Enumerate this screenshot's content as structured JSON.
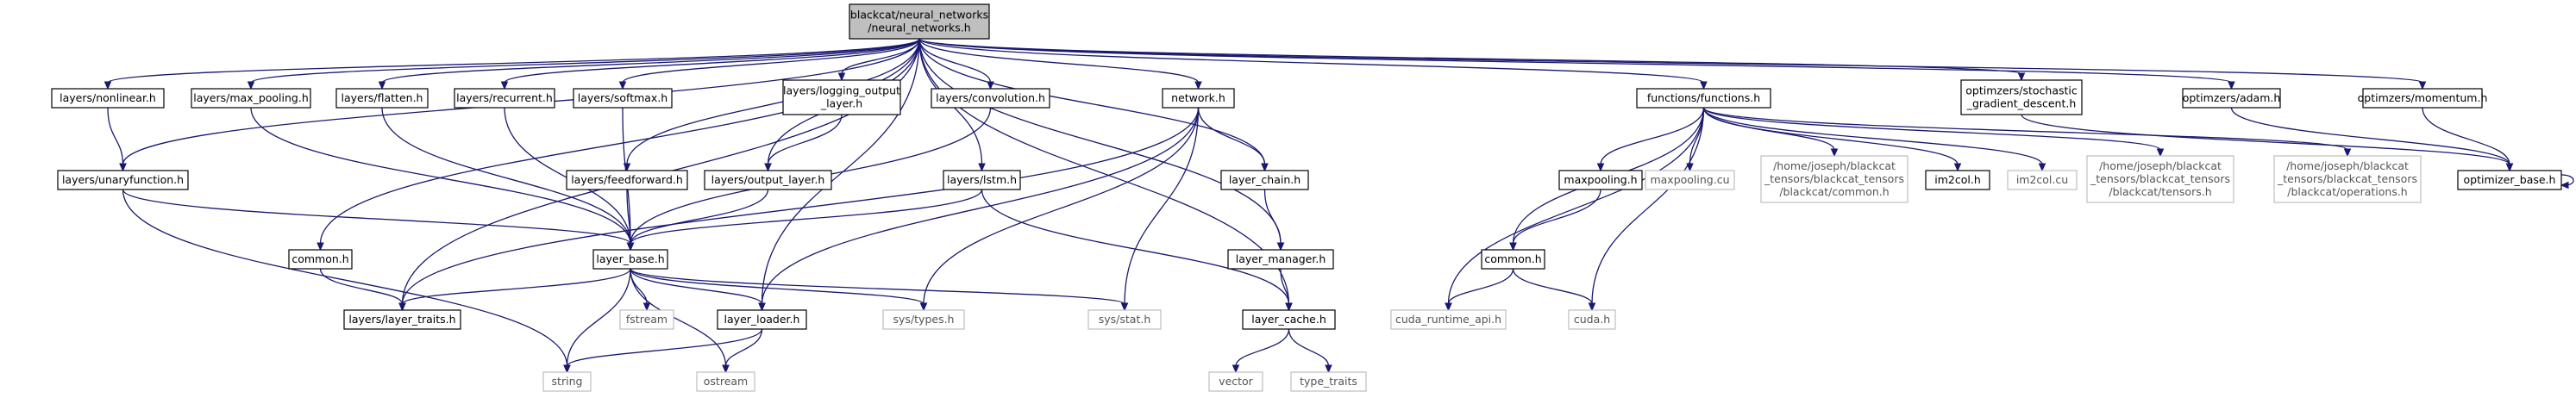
{
  "graph": {
    "root": {
      "id": "root",
      "lines": [
        "blackcat/neural_networks",
        "/neural_networks.h"
      ]
    },
    "nodes": [
      {
        "id": "root",
        "lines": [
          "blackcat/neural_networks",
          "/neural_networks.h"
        ],
        "style": "root"
      },
      {
        "id": "nonlinear",
        "lines": [
          "layers/nonlinear.h"
        ],
        "style": "black"
      },
      {
        "id": "max_pooling",
        "lines": [
          "layers/max_pooling.h"
        ],
        "style": "black"
      },
      {
        "id": "flatten",
        "lines": [
          "layers/flatten.h"
        ],
        "style": "black"
      },
      {
        "id": "recurrent",
        "lines": [
          "layers/recurrent.h"
        ],
        "style": "black"
      },
      {
        "id": "softmax",
        "lines": [
          "layers/softmax.h"
        ],
        "style": "black"
      },
      {
        "id": "logging_output",
        "lines": [
          "layers/logging_output",
          "_layer.h"
        ],
        "style": "black"
      },
      {
        "id": "convolution",
        "lines": [
          "layers/convolution.h"
        ],
        "style": "black"
      },
      {
        "id": "network",
        "lines": [
          "network.h"
        ],
        "style": "black"
      },
      {
        "id": "functions",
        "lines": [
          "functions/functions.h"
        ],
        "style": "black"
      },
      {
        "id": "sgd",
        "lines": [
          "optimzers/stochastic",
          "_gradient_descent.h"
        ],
        "style": "black"
      },
      {
        "id": "adam",
        "lines": [
          "optimzers/adam.h"
        ],
        "style": "black"
      },
      {
        "id": "momentum",
        "lines": [
          "optimzers/momentum.h"
        ],
        "style": "black"
      },
      {
        "id": "unaryfunction",
        "lines": [
          "layers/unaryfunction.h"
        ],
        "style": "black"
      },
      {
        "id": "feedforward",
        "lines": [
          "layers/feedforward.h"
        ],
        "style": "black"
      },
      {
        "id": "output_layer",
        "lines": [
          "layers/output_layer.h"
        ],
        "style": "black"
      },
      {
        "id": "lstm",
        "lines": [
          "layers/lstm.h"
        ],
        "style": "black"
      },
      {
        "id": "layer_chain",
        "lines": [
          "layer_chain.h"
        ],
        "style": "black"
      },
      {
        "id": "maxpooling_h",
        "lines": [
          "maxpooling.h"
        ],
        "style": "black"
      },
      {
        "id": "maxpooling_cu",
        "lines": [
          "maxpooling.cu"
        ],
        "style": "gray"
      },
      {
        "id": "bc_common",
        "lines": [
          "/home/joseph/blackcat",
          "_tensors/blackcat_tensors",
          "/blackcat/common.h"
        ],
        "style": "gray"
      },
      {
        "id": "im2col_h",
        "lines": [
          "im2col.h"
        ],
        "style": "black"
      },
      {
        "id": "im2col_cu",
        "lines": [
          "im2col.cu"
        ],
        "style": "gray"
      },
      {
        "id": "bc_tensors",
        "lines": [
          "/home/joseph/blackcat",
          "_tensors/blackcat_tensors",
          "/blackcat/tensors.h"
        ],
        "style": "gray"
      },
      {
        "id": "bc_operations",
        "lines": [
          "/home/joseph/blackcat",
          "_tensors/blackcat_tensors",
          "/blackcat/operations.h"
        ],
        "style": "gray"
      },
      {
        "id": "optimizer_base",
        "lines": [
          "optimizer_base.h"
        ],
        "style": "black"
      },
      {
        "id": "common_layers",
        "lines": [
          "common.h"
        ],
        "style": "black"
      },
      {
        "id": "layer_base",
        "lines": [
          "layer_base.h"
        ],
        "style": "black"
      },
      {
        "id": "layer_manager",
        "lines": [
          "layer_manager.h"
        ],
        "style": "black"
      },
      {
        "id": "common_fn",
        "lines": [
          "common.h"
        ],
        "style": "black"
      },
      {
        "id": "layer_traits",
        "lines": [
          "layers/layer_traits.h"
        ],
        "style": "black"
      },
      {
        "id": "fstream",
        "lines": [
          "fstream"
        ],
        "style": "gray"
      },
      {
        "id": "layer_loader",
        "lines": [
          "layer_loader.h"
        ],
        "style": "black"
      },
      {
        "id": "sys_types",
        "lines": [
          "sys/types.h"
        ],
        "style": "gray"
      },
      {
        "id": "sys_stat",
        "lines": [
          "sys/stat.h"
        ],
        "style": "gray"
      },
      {
        "id": "layer_cache",
        "lines": [
          "layer_cache.h"
        ],
        "style": "black"
      },
      {
        "id": "cuda_runtime",
        "lines": [
          "cuda_runtime_api.h"
        ],
        "style": "gray"
      },
      {
        "id": "cuda_h",
        "lines": [
          "cuda.h"
        ],
        "style": "gray"
      },
      {
        "id": "string",
        "lines": [
          "string"
        ],
        "style": "gray"
      },
      {
        "id": "ostream",
        "lines": [
          "ostream"
        ],
        "style": "gray"
      },
      {
        "id": "vector",
        "lines": [
          "vector"
        ],
        "style": "gray"
      },
      {
        "id": "type_traits",
        "lines": [
          "type_traits"
        ],
        "style": "gray"
      }
    ],
    "edges": [
      [
        "root",
        "nonlinear"
      ],
      [
        "root",
        "max_pooling"
      ],
      [
        "root",
        "flatten"
      ],
      [
        "root",
        "recurrent"
      ],
      [
        "root",
        "softmax"
      ],
      [
        "root",
        "logging_output"
      ],
      [
        "root",
        "convolution"
      ],
      [
        "root",
        "network"
      ],
      [
        "root",
        "functions"
      ],
      [
        "root",
        "sgd"
      ],
      [
        "root",
        "adam"
      ],
      [
        "root",
        "momentum"
      ],
      [
        "root",
        "unaryfunction"
      ],
      [
        "root",
        "feedforward"
      ],
      [
        "root",
        "output_layer"
      ],
      [
        "root",
        "lstm"
      ],
      [
        "root",
        "layer_chain"
      ],
      [
        "root",
        "layer_manager"
      ],
      [
        "root",
        "layer_cache"
      ],
      [
        "root",
        "layer_loader"
      ],
      [
        "root",
        "common_layers"
      ],
      [
        "root",
        "layer_traits"
      ],
      [
        "nonlinear",
        "unaryfunction"
      ],
      [
        "unaryfunction",
        "layer_base"
      ],
      [
        "unaryfunction",
        "string"
      ],
      [
        "max_pooling",
        "layer_base"
      ],
      [
        "flatten",
        "layer_base"
      ],
      [
        "recurrent",
        "layer_base"
      ],
      [
        "softmax",
        "layer_base"
      ],
      [
        "logging_output",
        "output_layer"
      ],
      [
        "convolution",
        "layer_base"
      ],
      [
        "feedforward",
        "layer_base"
      ],
      [
        "output_layer",
        "layer_base"
      ],
      [
        "lstm",
        "layer_base"
      ],
      [
        "lstm",
        "layer_cache"
      ],
      [
        "common_layers",
        "layer_traits"
      ],
      [
        "network",
        "layer_chain"
      ],
      [
        "network",
        "layer_loader"
      ],
      [
        "network",
        "layer_traits"
      ],
      [
        "network",
        "sys_types"
      ],
      [
        "network",
        "sys_stat"
      ],
      [
        "layer_chain",
        "layer_manager"
      ],
      [
        "layer_manager",
        "layer_cache"
      ],
      [
        "layer_cache",
        "vector"
      ],
      [
        "layer_cache",
        "type_traits"
      ],
      [
        "layer_base",
        "layer_traits"
      ],
      [
        "layer_base",
        "fstream"
      ],
      [
        "layer_base",
        "layer_loader"
      ],
      [
        "layer_base",
        "string"
      ],
      [
        "layer_base",
        "ostream"
      ],
      [
        "layer_base",
        "sys_types"
      ],
      [
        "layer_base",
        "sys_stat"
      ],
      [
        "layer_loader",
        "string"
      ],
      [
        "layer_loader",
        "ostream"
      ],
      [
        "functions",
        "maxpooling_h"
      ],
      [
        "functions",
        "maxpooling_cu"
      ],
      [
        "functions",
        "bc_common"
      ],
      [
        "functions",
        "im2col_h"
      ],
      [
        "functions",
        "im2col_cu"
      ],
      [
        "functions",
        "bc_tensors"
      ],
      [
        "functions",
        "bc_operations"
      ],
      [
        "functions",
        "common_fn"
      ],
      [
        "functions",
        "cuda_runtime"
      ],
      [
        "functions",
        "cuda_h"
      ],
      [
        "maxpooling_h",
        "common_fn"
      ],
      [
        "common_fn",
        "cuda_runtime"
      ],
      [
        "common_fn",
        "cuda_h"
      ],
      [
        "sgd",
        "optimizer_base"
      ],
      [
        "adam",
        "optimizer_base"
      ],
      [
        "momentum",
        "optimizer_base"
      ],
      [
        "optimizer_base",
        "optimizer_base"
      ]
    ]
  }
}
